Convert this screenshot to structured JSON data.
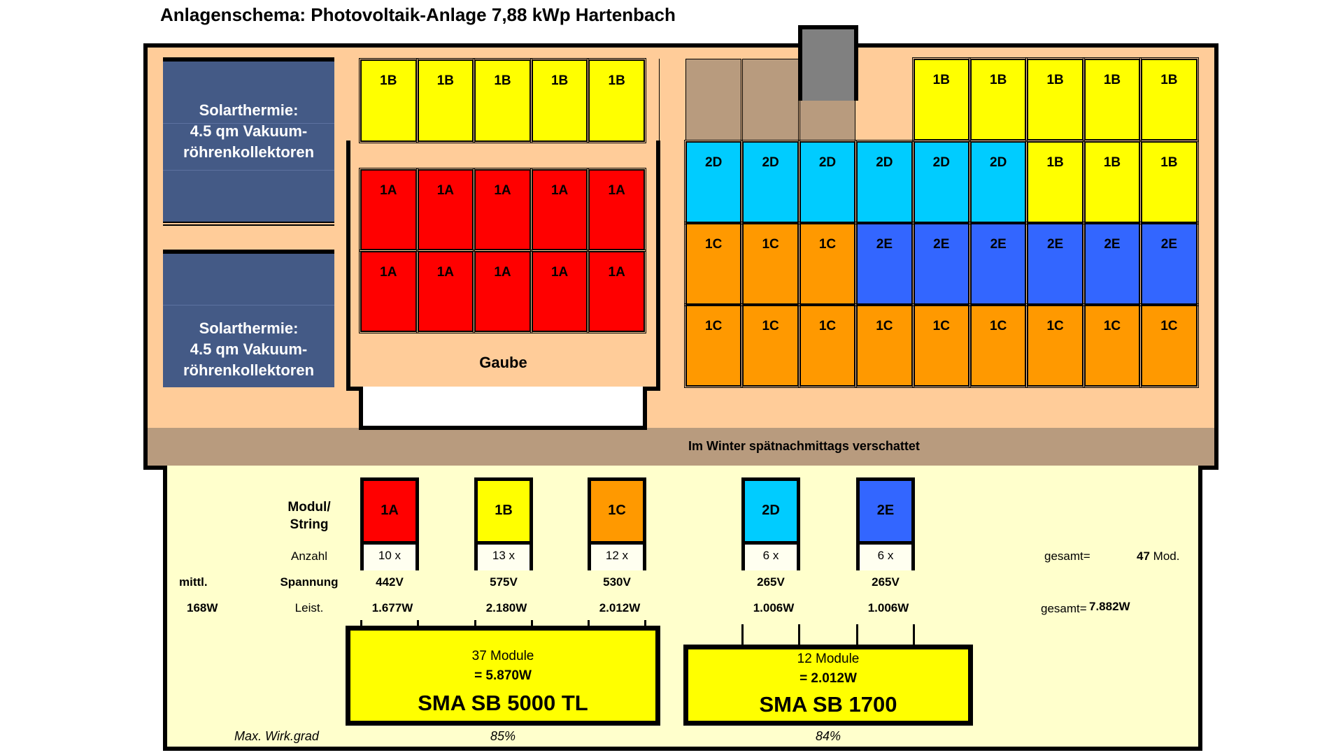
{
  "title": "Anlagenschema: Photovoltaik-Anlage 7,88 kWp Hartenbach",
  "roof": {
    "shadow_note": "Im Winter spätnachmittags verschattet",
    "gaube_label": "Gaube",
    "solar_thermal": [
      {
        "line1": "Solarthermie:",
        "line2": "4.5 qm Vakuum-",
        "line3": "röhrenkollektoren"
      },
      {
        "line1": "Solarthermie:",
        "line2": "4.5 qm Vakuum-",
        "line3": "röhrenkollektoren"
      }
    ],
    "dormer_grid": {
      "top_row": [
        "1B",
        "1B",
        "1B",
        "1B",
        "1B"
      ],
      "rows": [
        [
          "1A",
          "1A",
          "1A",
          "1A",
          "1A"
        ],
        [
          "1A",
          "1A",
          "1A",
          "1A",
          "1A"
        ]
      ]
    },
    "main_grid": [
      [
        "shaded",
        "shaded",
        "shaded",
        "",
        "1B",
        "1B",
        "1B",
        "1B",
        "1B"
      ],
      [
        "2D",
        "2D",
        "2D",
        "2D",
        "2D",
        "2D",
        "1B",
        "1B",
        "1B"
      ],
      [
        "1C",
        "1C",
        "1C",
        "2E",
        "2E",
        "2E",
        "2E",
        "2E",
        "2E"
      ],
      [
        "1C",
        "1C",
        "1C",
        "1C",
        "1C",
        "1C",
        "1C",
        "1C",
        "1C"
      ]
    ]
  },
  "string_colors": {
    "1A": "#ff0000",
    "1B": "#ffff00",
    "1C": "#ff9900",
    "2D": "#00ccff",
    "2E": "#3366ff"
  },
  "legend": {
    "header_label": "Modul/\nString",
    "row_labels": {
      "count": "Anzahl",
      "voltage_prefix": "mittl.",
      "voltage": "Spannung",
      "power_value": "168W",
      "power": "Leist."
    },
    "strings": [
      {
        "id": "1A",
        "count": "10 x",
        "voltage": "442V",
        "power": "1.677W"
      },
      {
        "id": "1B",
        "count": "13 x",
        "voltage": "575V",
        "power": "2.180W"
      },
      {
        "id": "1C",
        "count": "12 x",
        "voltage": "530V",
        "power": "2.012W"
      },
      {
        "id": "2D",
        "count": "6 x",
        "voltage": "265V",
        "power": "1.006W"
      },
      {
        "id": "2E",
        "count": "6 x",
        "voltage": "265V",
        "power": "1.006W"
      }
    ],
    "totals": {
      "modules_label": "gesamt=",
      "modules_value": "47",
      "modules_unit": "Mod.",
      "power_label": "gesamt=",
      "power_value": "7.882W"
    }
  },
  "inverters": [
    {
      "modules": "37 Module",
      "power": "=  5.870W",
      "name": "SMA SB 5000 TL",
      "efficiency": "85%"
    },
    {
      "modules": "12 Module",
      "power": "=  2.012W",
      "name": "SMA SB 1700",
      "efficiency": "84%"
    }
  ],
  "efficiency_label": "Max. Wirk.grad"
}
